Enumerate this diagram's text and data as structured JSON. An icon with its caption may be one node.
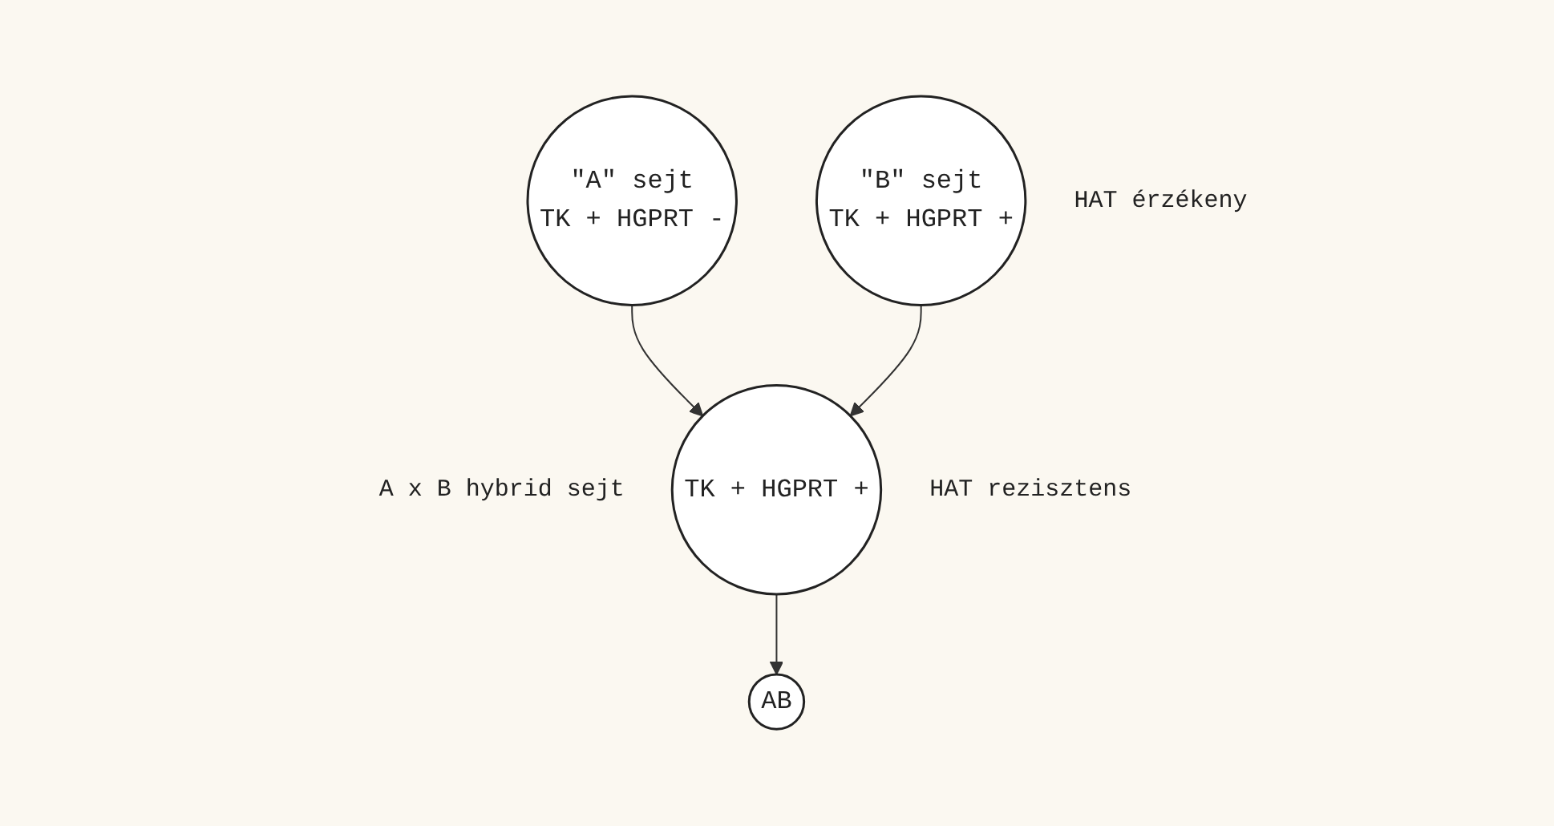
{
  "diagram": {
    "nodes": [
      {
        "text": [
          "\"A\" sejt",
          "TK + HGPRT -"
        ]
      },
      {
        "text": [
          "\"B\" sejt",
          "TK + HGPRT +"
        ],
        "beside": [
          "HAT érzékeny"
        ]
      },
      {
        "text": [
          "TK + HGPRT +"
        ],
        "beside": [
          "A x B hybrid sejt",
          "HAT rezisztens"
        ]
      },
      {
        "text": [
          "AB"
        ]
      }
    ],
    "edges": [
      {
        "from": 0,
        "to": 2,
        "arrow": "to"
      },
      {
        "from": 1,
        "to": 2,
        "arrow": "to"
      },
      {
        "from": 2,
        "to": 3,
        "arrow": "to"
      }
    ]
  }
}
